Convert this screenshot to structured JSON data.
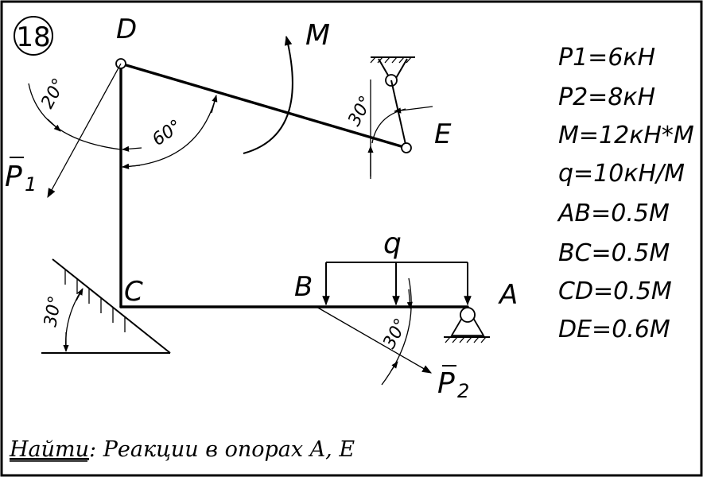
{
  "problem_number": "18",
  "points": {
    "A": "A",
    "B": "B",
    "C": "C",
    "D": "D",
    "E": "E"
  },
  "loads": {
    "P1": "P",
    "P1_sub": "1",
    "P2": "P",
    "P2_sub": "2",
    "M": "M",
    "q": "q"
  },
  "angles": {
    "d_p1": "20°",
    "d_de": "60°",
    "e_support": "30°",
    "b_p2": "30°",
    "incline": "30°"
  },
  "given": [
    "P1=6кН",
    "P2=8кН",
    "M=12кН*М",
    "q=10кН/М",
    "AB=0.5М",
    "BC=0.5М",
    "CD=0.5М",
    "DE=0.6М"
  ],
  "task": {
    "label": "Найти",
    "text": ": Реакции в опорах A, E"
  }
}
